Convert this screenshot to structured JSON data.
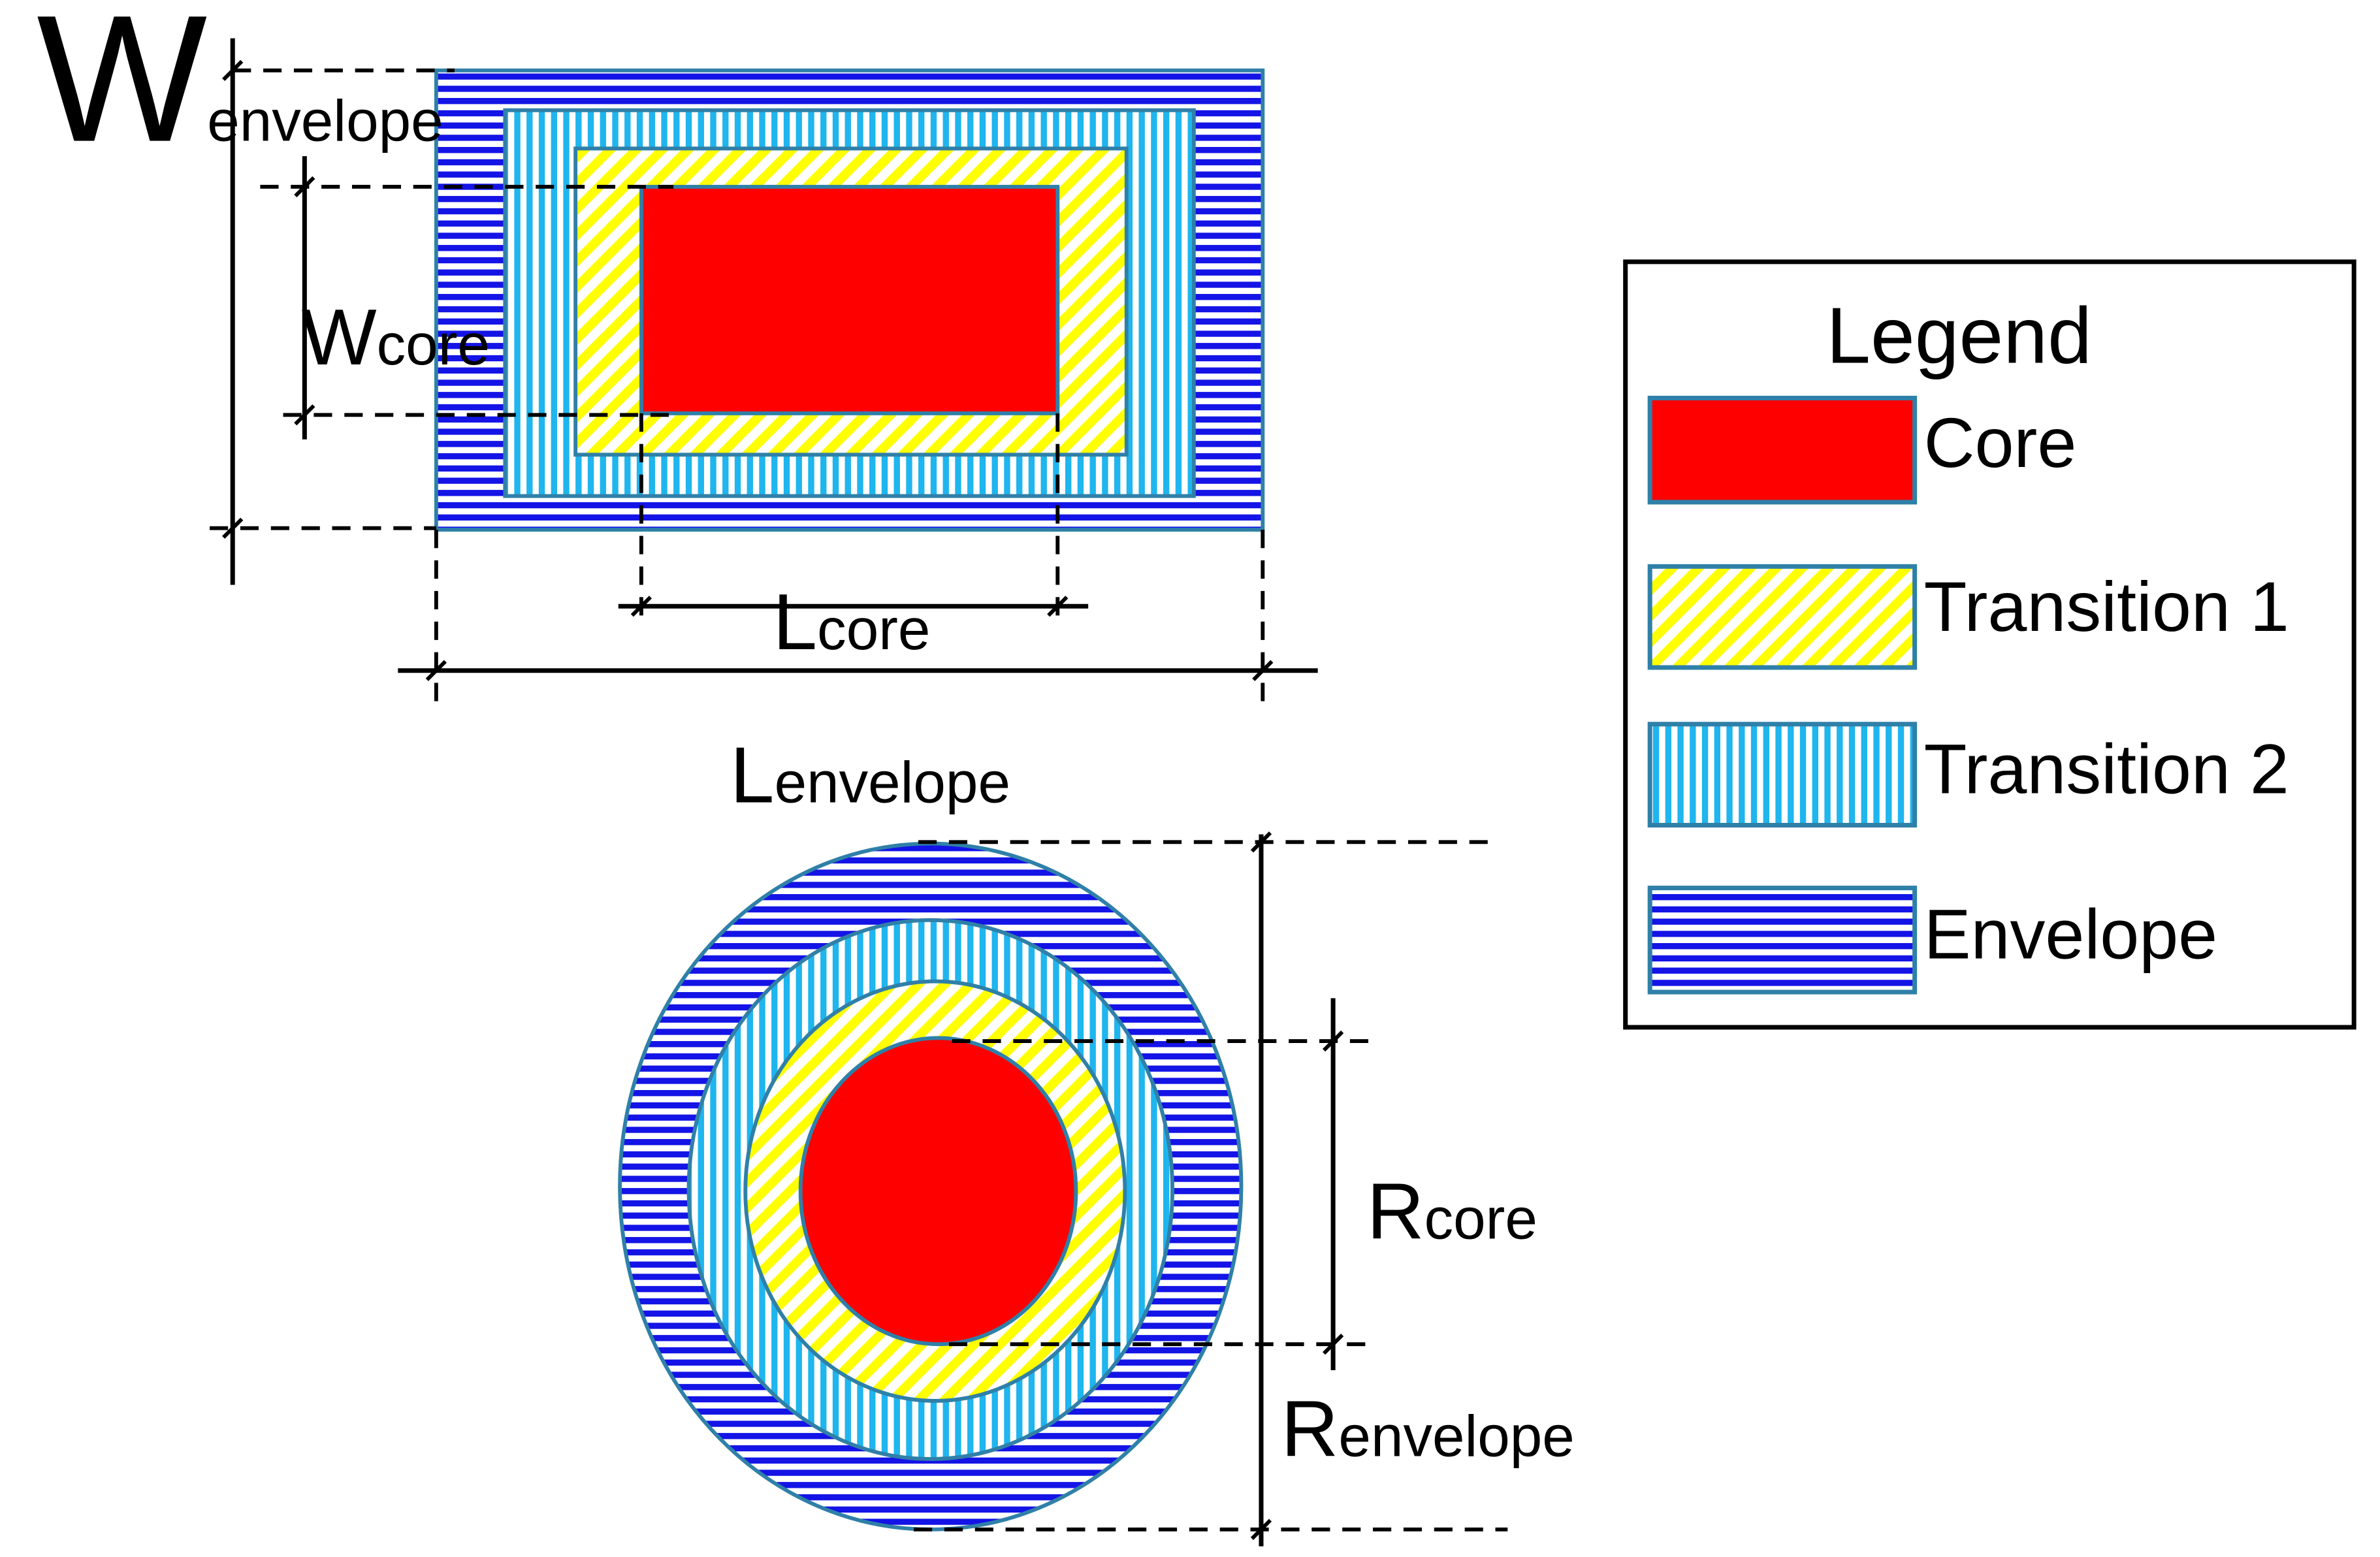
{
  "labels": {
    "w_envelope": {
      "main": "W",
      "sub": "envelope"
    },
    "w_core": {
      "main": "W",
      "sub": "core"
    },
    "l_core": {
      "main": "L",
      "sub": "core"
    },
    "l_envelope": {
      "main": "L",
      "sub": "envelope"
    },
    "r_core": {
      "main": "R",
      "sub": "core"
    },
    "r_envelope": {
      "main": "R",
      "sub": "envelope"
    }
  },
  "legend": {
    "title": "Legend",
    "items": [
      {
        "label": "Core",
        "pattern": "solid-red"
      },
      {
        "label": "Transition 1",
        "pattern": "diagonal-yellow-stripes"
      },
      {
        "label": "Transition 2",
        "pattern": "vertical-lightblue-stripes"
      },
      {
        "label": "Envelope",
        "pattern": "horizontal-blue-stripes"
      }
    ]
  },
  "colors": {
    "core": "#ff0000",
    "transition1": "#ffff00",
    "transition2": "#1fb5ee",
    "envelope": "#1414e6",
    "outline": "#2f80a8"
  }
}
